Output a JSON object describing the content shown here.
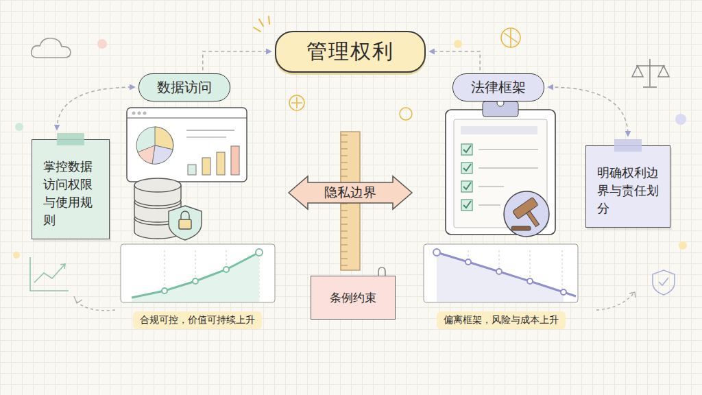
{
  "diagram": {
    "nodes": [
      {
        "text": [
          "管理权利"
        ]
      },
      {
        "text": [
          "数据访问"
        ]
      },
      {
        "text": [
          "法律框架"
        ]
      },
      {
        "text": [
          "掌控数据访问权限与使用规则"
        ]
      },
      {
        "text": [
          "隐私边界"
        ]
      },
      {
        "text": [
          "明确权利边界与责任划分"
        ]
      },
      {
        "text": [
          "条例约束"
        ]
      },
      {
        "text": [
          "合规可控，价值可持续上升"
        ]
      },
      {
        "text": [
          "偏离框架，风险与成本上升"
        ]
      }
    ],
    "edges": [
      {
        "from": 1,
        "to": 0,
        "arrow": "to"
      },
      {
        "from": 2,
        "to": 0,
        "arrow": "to"
      },
      {
        "from": 3,
        "to": 1,
        "arrow": "both"
      },
      {
        "from": 2,
        "to": 5,
        "arrow": "both"
      }
    ]
  }
}
